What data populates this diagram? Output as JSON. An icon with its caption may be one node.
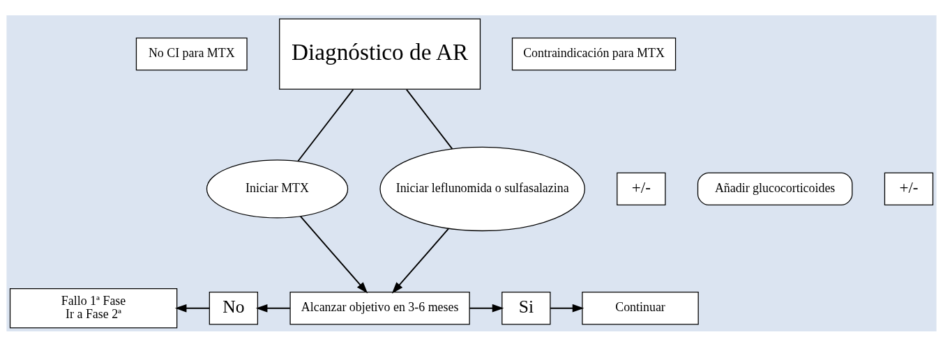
{
  "diagram": {
    "nodes": [
      {
        "text": [
          "Diagnóstico de AR"
        ]
      },
      {
        "text": [
          "No CI para MTX"
        ]
      },
      {
        "text": [
          "Contraindicación para MTX"
        ]
      },
      {
        "text": [
          "Iniciar MTX"
        ]
      },
      {
        "text": [
          "+/-"
        ]
      },
      {
        "text": [
          "Añadir glucocorticoides"
        ]
      },
      {
        "text": [
          "+/-"
        ]
      },
      {
        "text": [
          "Iniciar leflunomida o sulfasalazina"
        ]
      },
      {
        "text": [
          "Fallo 1ª Fase",
          "Ir a Fase 2ª"
        ]
      },
      {
        "text": [
          "No"
        ]
      },
      {
        "text": [
          "Alcanzar objetivo en 3-6 meses"
        ]
      },
      {
        "text": [
          "Si"
        ]
      },
      {
        "text": [
          "Continuar"
        ]
      }
    ],
    "edges": [
      {
        "from": 0,
        "to": 3,
        "arrow": "none"
      },
      {
        "from": 0,
        "to": 7,
        "arrow": "none"
      },
      {
        "from": 3,
        "to": 10,
        "arrow": "to"
      },
      {
        "from": 7,
        "to": 10,
        "arrow": "to"
      },
      {
        "from": 10,
        "to": 9,
        "arrow": "to"
      },
      {
        "from": 9,
        "to": 8,
        "arrow": "to"
      },
      {
        "from": 10,
        "to": 11,
        "arrow": "to"
      },
      {
        "from": 11,
        "to": 12,
        "arrow": "to"
      }
    ]
  }
}
